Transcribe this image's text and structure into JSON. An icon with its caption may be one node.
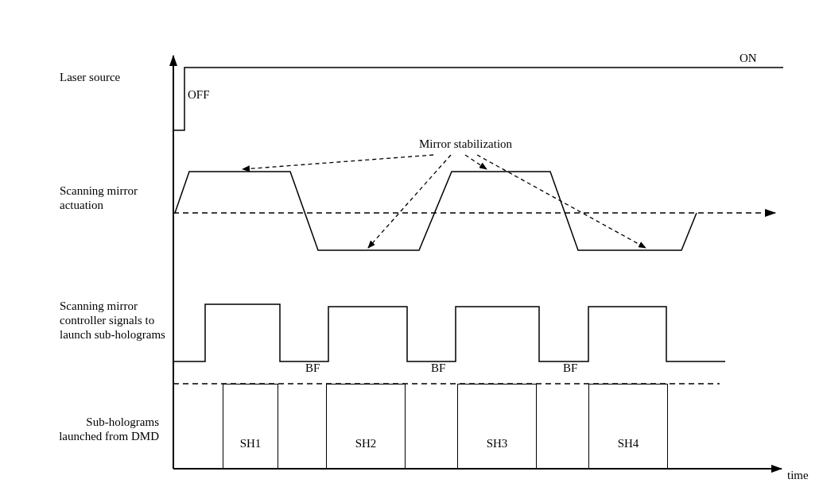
{
  "diagram": {
    "nodes": [
      {
        "text": [
          "Mirror stabilization"
        ]
      },
      {
        "text": [],
        "shape": "line"
      },
      {
        "text": [
          "SH1"
        ]
      },
      {
        "text": [
          "SH2"
        ]
      },
      {
        "text": [
          "SH3"
        ]
      },
      {
        "text": [
          "SH4"
        ]
      }
    ],
    "edges": [
      {
        "from": 0,
        "to": 1,
        "arrow": "to",
        "style": "dashed"
      },
      {
        "from": 0,
        "to": 1,
        "arrow": "to",
        "style": "dashed"
      },
      {
        "from": 0,
        "to": 1,
        "arrow": "to",
        "style": "dashed"
      },
      {
        "from": 0,
        "to": 1,
        "arrow": "to",
        "style": "dashed"
      }
    ],
    "labels": [
      "ON",
      "Laser source",
      "OFF",
      "Scanning mirror actuation",
      "Scanning mirror controller signals to launch sub-holograms",
      "BF",
      "BF",
      "BF",
      "Sub-holograms launched from DMD",
      "time"
    ]
  }
}
